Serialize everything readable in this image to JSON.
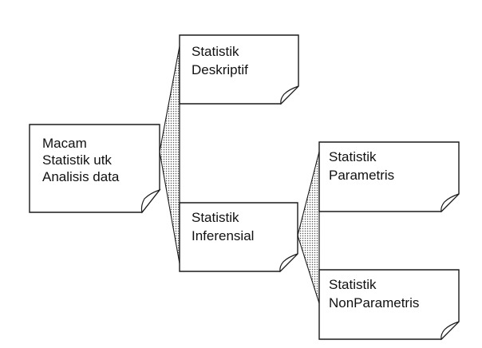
{
  "diagram": {
    "root": {
      "line1": "Macam",
      "line2": "Statistik utk",
      "line3": "Analisis data"
    },
    "descriptive": {
      "line1": "Statistik",
      "line2": "Deskriptif"
    },
    "inferential": {
      "line1": "Statistik",
      "line2": "Inferensial"
    },
    "parametric": {
      "line1": "Statistik",
      "line2": "Parametris"
    },
    "nonparametric": {
      "line1": "Statistik",
      "line2": "NonParametris"
    }
  },
  "colors": {
    "stroke": "#1a1a1a",
    "fill": "#ffffff",
    "dots": "#555555"
  }
}
